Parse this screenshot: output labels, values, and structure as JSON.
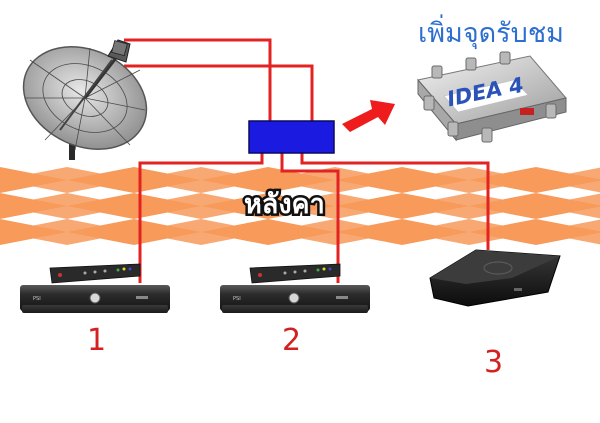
{
  "title": "เพิ่มจุดรับชม",
  "roof_label": "หลังคา",
  "multiswitch": {
    "label": "4",
    "logo_text": "IDEA"
  },
  "receivers": [
    {
      "number": "1",
      "brand": "PSI"
    },
    {
      "number": "2",
      "brand": "PSI"
    },
    {
      "number": "3"
    }
  ],
  "colors": {
    "cable": "#e32222",
    "splitter": "#1a1ae0",
    "roof": "#f79a5a",
    "title": "#2d6fd0",
    "arrow": "#ee1c1c",
    "numbers": "#d42020"
  },
  "icons": [
    "satellite-dish-icon",
    "splitter-box",
    "multiswitch-icon",
    "receiver-icon",
    "android-box-icon",
    "remote-control-icon",
    "arrow-right-icon"
  ]
}
